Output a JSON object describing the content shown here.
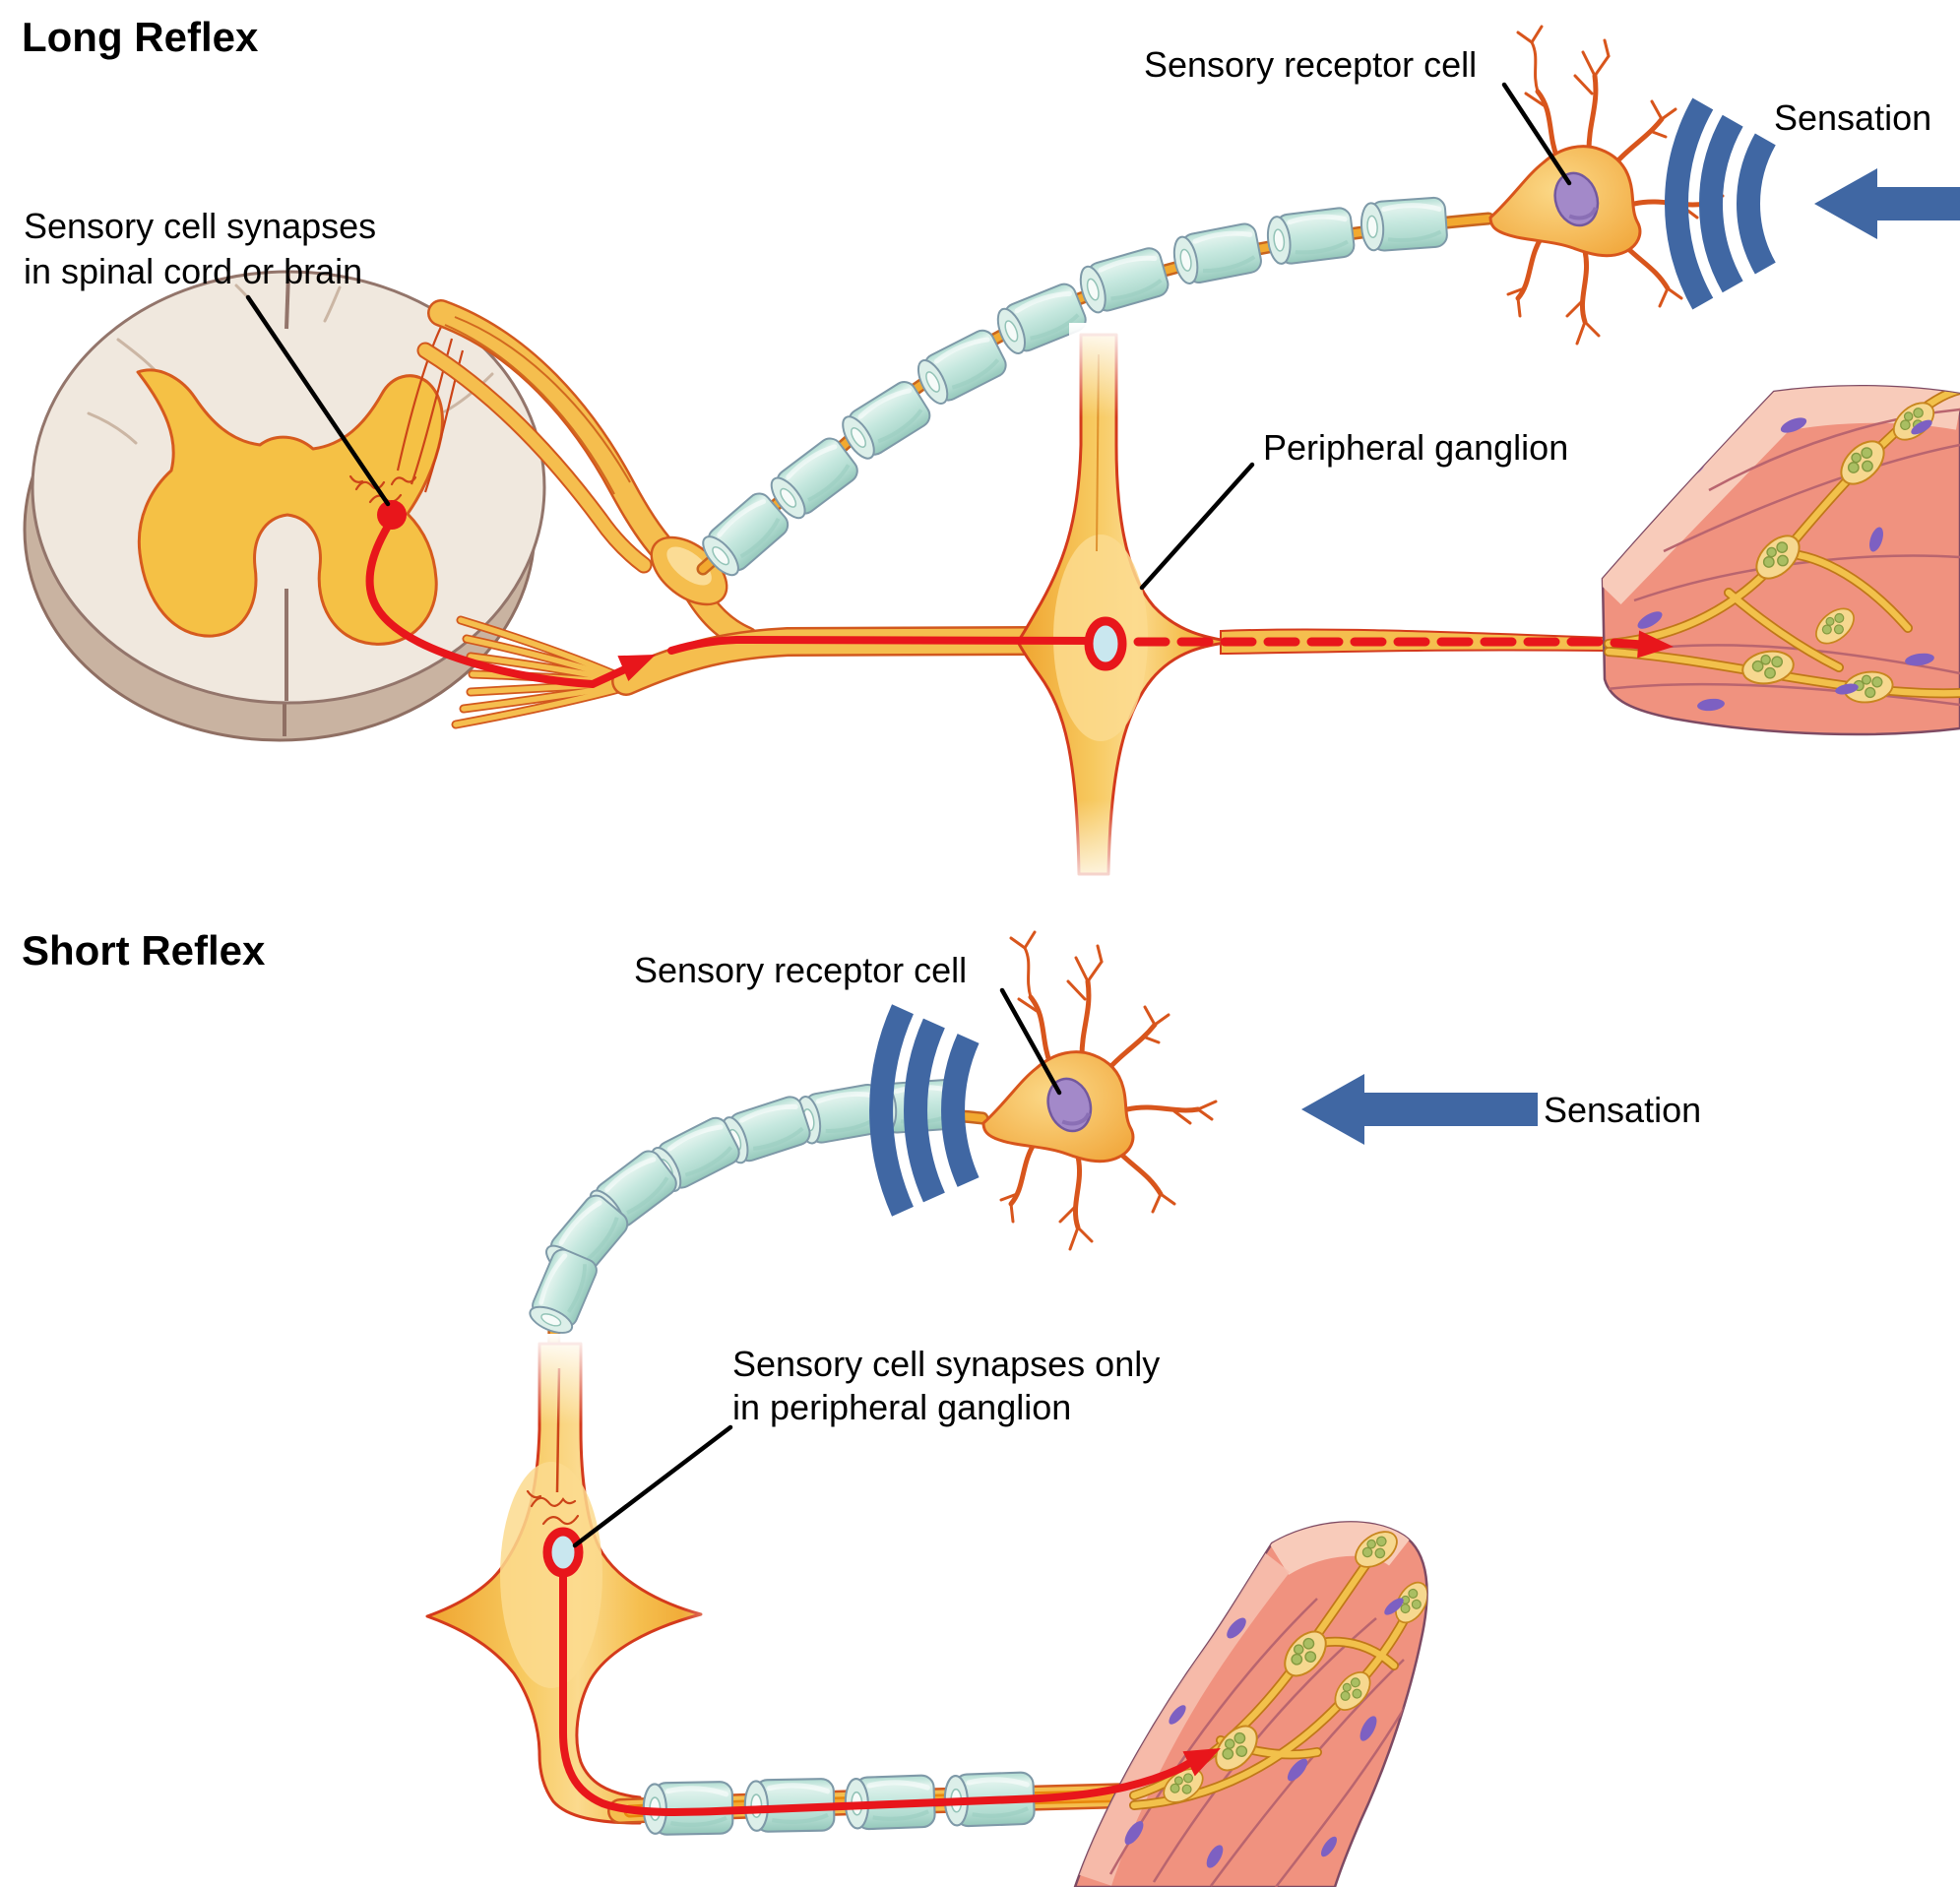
{
  "figure": {
    "type": "anatomical-diagram",
    "subject": "Long and short neural reflexes",
    "background": "#FFFFFF"
  },
  "sections": {
    "long_reflex": {
      "title": "Long Reflex",
      "labels": {
        "receptor": "Sensory receptor cell",
        "sensation": "Sensation",
        "cns_synapse": [
          "Sensory cell synapses",
          "in spinal cord or brain"
        ],
        "ganglion": "Peripheral ganglion"
      }
    },
    "short_reflex": {
      "title": "Short Reflex",
      "labels": {
        "receptor": "Sensory receptor cell",
        "sensation": "Sensation",
        "ganglion_synapse": [
          "Sensory cell synapses only",
          "in peripheral ganglion"
        ]
      }
    }
  },
  "colors": {
    "pathway_red": "#E8161B",
    "nerve_yellow": "#F5BE4E",
    "nerve_outline": "#D2581E",
    "myelin_teal": "#C8E8DF",
    "sensation_blue": "#4067A3",
    "spinal_cord_beige": "#F0E8DE",
    "gray_matter_yellow": "#F5C145",
    "muscle_salmon": "#F0927F",
    "muscle_highlight": "#F8CBBA",
    "nucleus_purple": "#7D60C2",
    "synapse_center_blue": "#C9E7EF",
    "label_text": "#000000"
  }
}
